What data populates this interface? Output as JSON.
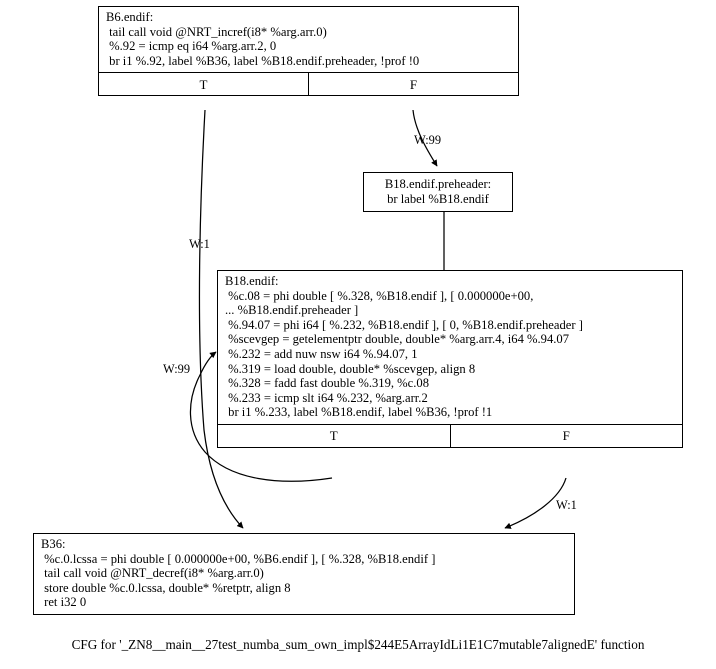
{
  "graph": {
    "caption": "CFG for '_ZN8__main__27test_numba_sum_own_impl$244E5ArrayIdLi1E1C7mutable7alignedE' function",
    "edge_color": "#000000",
    "node_border_color": "#000000",
    "background": "#ffffff"
  },
  "nodes": {
    "b6_endif": {
      "name": "B6.endif",
      "text": "B6.endif:\n tail call void @NRT_incref(i8* %arg.arr.0)\n %.92 = icmp eq i64 %arg.arr.2, 0\n br i1 %.92, label %B36, label %B18.endif.preheader, !prof !0",
      "port_true": "T",
      "port_false": "F"
    },
    "preheader": {
      "name": "B18.endif.preheader",
      "text": "B18.endif.preheader:\nbr label %B18.endif"
    },
    "b18_endif": {
      "name": "B18.endif",
      "text": "B18.endif:\n %c.08 = phi double [ %.328, %B18.endif ], [ 0.000000e+00,\n... %B18.endif.preheader ]\n %.94.07 = phi i64 [ %.232, %B18.endif ], [ 0, %B18.endif.preheader ]\n %scevgep = getelementptr double, double* %arg.arr.4, i64 %.94.07\n %.232 = add nuw nsw i64 %.94.07, 1\n %.319 = load double, double* %scevgep, align 8\n %.328 = fadd fast double %.319, %c.08\n %.233 = icmp slt i64 %.232, %arg.arr.2\n br i1 %.233, label %B18.endif, label %B36, !prof !1",
      "port_true": "T",
      "port_false": "F"
    },
    "b36": {
      "name": "B36",
      "text": "B36:\n %c.0.lcssa = phi double [ 0.000000e+00, %B6.endif ], [ %.328, %B18.endif ]\n tail call void @NRT_decref(i8* %arg.arr.0)\n store double %c.0.lcssa, double* %retptr, align 8\n ret i32 0"
    }
  },
  "edges": [
    {
      "id": "b6-true-to-b36",
      "label": "W:1"
    },
    {
      "id": "b6-false-to-preheader",
      "label": "W:99"
    },
    {
      "id": "b18-true-backedge",
      "label": "W:99"
    },
    {
      "id": "b18-false-to-b36",
      "label": "W:1"
    }
  ]
}
